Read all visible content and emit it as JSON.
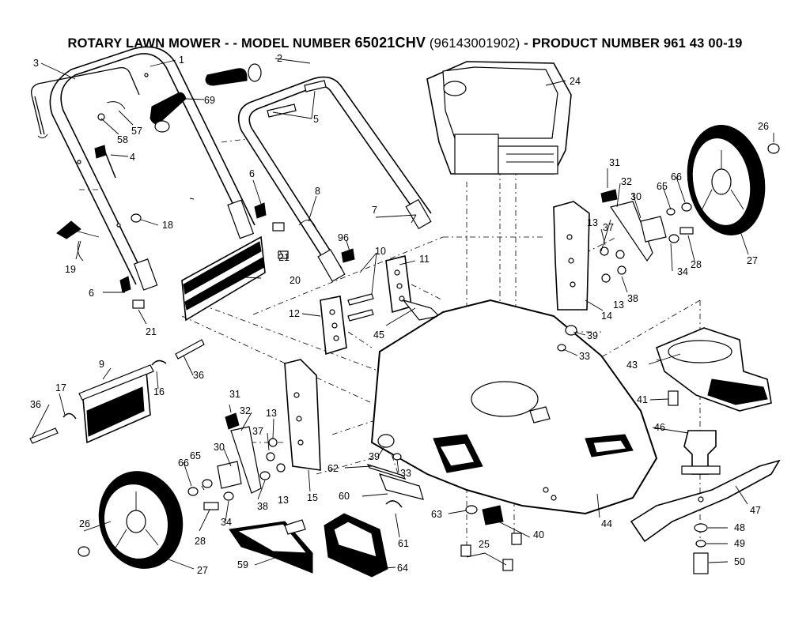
{
  "header": {
    "prefix": "ROTARY LAWN MOWER - - MODEL NUMBER",
    "model": "65021CHV",
    "serial": "(96143001902)",
    "suffix": "- PRODUCT NUMBER 961 43 00-19"
  },
  "labels": {
    "l1": "1",
    "l2": "2",
    "l3": "3",
    "l4": "4",
    "l5": "5",
    "l6a": "6",
    "l6b": "6",
    "l7": "7",
    "l8": "8",
    "l9": "9",
    "l10": "10",
    "l11": "11",
    "l12": "12",
    "l13a": "13",
    "l13b": "13",
    "l13c": "13",
    "l13d": "13",
    "l14": "14",
    "l15": "15",
    "l16": "16",
    "l17": "17",
    "l18": "18",
    "l19": "19",
    "l20": "20",
    "l21a": "21",
    "l21b": "21",
    "l24": "24",
    "l25": "25",
    "l26a": "26",
    "l26b": "26",
    "l27a": "27",
    "l27b": "27",
    "l28a": "28",
    "l28b": "28",
    "l30a": "30",
    "l30b": "30",
    "l31a": "31",
    "l31b": "31",
    "l32a": "32",
    "l32b": "32",
    "l33a": "33",
    "l33b": "33",
    "l34a": "34",
    "l34b": "34",
    "l36a": "36",
    "l36b": "36",
    "l37a": "37",
    "l37b": "37",
    "l38a": "38",
    "l38b": "38",
    "l39a": "39",
    "l39b": "39",
    "l40": "40",
    "l41": "41",
    "l43": "43",
    "l44": "44",
    "l45": "45",
    "l46": "46",
    "l47": "47",
    "l48": "48",
    "l49": "49",
    "l50": "50",
    "l57": "57",
    "l58": "58",
    "l59": "59",
    "l60": "60",
    "l61": "61",
    "l62": "62",
    "l63": "63",
    "l64": "64",
    "l65a": "65",
    "l65b": "65",
    "l66a": "66",
    "l66b": "66",
    "l69": "69",
    "l96": "96"
  }
}
